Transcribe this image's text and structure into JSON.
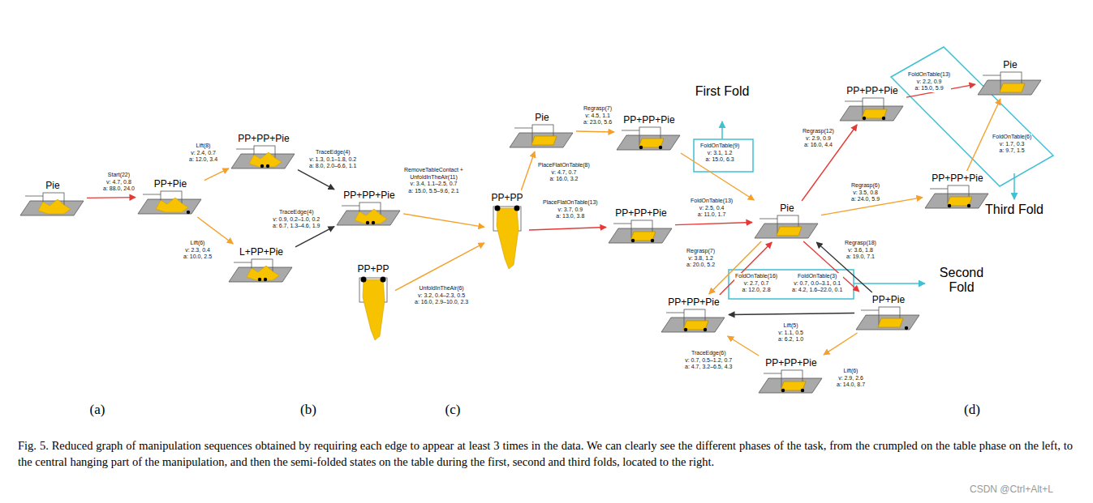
{
  "diagram": {
    "caption": "Fig. 5.   Reduced graph of manipulation sequences obtained by requiring each edge to appear at least 3 times in the data. We can clearly see the different phases of the task, from the crumpled on the table phase on the left, to the central hanging part of the manipulation, and then the semi-folded states on the table during the first, second and third folds, located to the right.",
    "nodes": [
      {
        "text": [
          "Pie"
        ]
      },
      {
        "text": [
          "PP+Pie"
        ]
      },
      {
        "text": [
          "PP+PP+Pie"
        ]
      },
      {
        "text": [
          "L+PP+Pie"
        ]
      },
      {
        "text": [
          "PP+PP+Pie"
        ]
      },
      {
        "text": [
          "PP+PP"
        ]
      },
      {
        "text": [
          "PP+PP"
        ]
      },
      {
        "text": [
          "Pie"
        ]
      },
      {
        "text": [
          "PP+PP+Pie"
        ]
      },
      {
        "text": [
          "PP+PP+Pie"
        ]
      },
      {
        "text": [
          "Pie"
        ]
      },
      {
        "text": [
          "PP+PP+Pie"
        ]
      },
      {
        "text": [
          "Pie"
        ]
      },
      {
        "text": [
          "PP+PP+Pie"
        ]
      },
      {
        "text": [
          "PP+Pie"
        ]
      },
      {
        "text": [
          "PP+PP+Pie"
        ]
      },
      {
        "text": [
          "PP+PP+Pie"
        ]
      }
    ],
    "edges": [
      {
        "from": 0,
        "to": 1,
        "arrow": "to",
        "label": "Start(22) v: 4.7, 0.8 a: 88.0, 24.0"
      },
      {
        "from": 1,
        "to": 2,
        "arrow": "to",
        "label": "Lift(8) v: 2.4, 0.7 a: 12.0, 3.4"
      },
      {
        "from": 1,
        "to": 3,
        "arrow": "to",
        "label": "Lift(6) v: 2.3, 0.4 a: 10.0, 2.5"
      },
      {
        "from": 2,
        "to": 4,
        "arrow": "to",
        "label": "TraceEdge(4) v: 1.3, 0.1–1.8, 0.2 a: 8.0, 2.0–6.6, 1.1"
      },
      {
        "from": 3,
        "to": 4,
        "arrow": "to",
        "label": "TraceEdge(4) v: 0.9, 0.2–1.0, 0.2 a: 6.7, 1.3–4.6, 1.9"
      },
      {
        "from": 4,
        "to": 6,
        "arrow": "to",
        "label": "RemoveTableContact + UnfoldInTheAir(11) v: 3.4, 1.1–2.5, 0.7 a: 15.0, 5.5–9.6, 2.1"
      },
      {
        "from": 5,
        "to": 6,
        "arrow": "to",
        "label": "UnfoldInTheAir(6) v: 3.2, 0.4–2.3, 0.5 a: 16.0, 2.9–10.0, 2.3"
      },
      {
        "from": 6,
        "to": 7,
        "arrow": "to",
        "label": "PlaceFlatOnTable(8) v: 4.7, 0.7 a: 16.0, 3.2"
      },
      {
        "from": 6,
        "to": 9,
        "arrow": "to",
        "label": "PlaceFlatOnTable(13) v: 3.7, 0.9 a: 13.0, 3.8"
      },
      {
        "from": 7,
        "to": 8,
        "arrow": "to",
        "label": "Regrasp(7) v: 4.5, 1.1 a: 23.0, 5.6"
      },
      {
        "from": 8,
        "to": 10,
        "arrow": "to",
        "label": "FoldOnTable(9) v: 3.1, 1.2 a: 15.0, 6.3"
      },
      {
        "from": 9,
        "to": 10,
        "arrow": "to",
        "label": "FoldOnTable(13) v: 2.5, 0.4 a: 11.0, 1.7"
      },
      {
        "from": 10,
        "to": 11,
        "arrow": "to",
        "label": "Regrasp(12) v: 2.9, 0.9 a: 16.0, 4.4"
      },
      {
        "from": 11,
        "to": 12,
        "arrow": "to",
        "label": "FoldOnTable(13) v: 2.2, 0.9 a: 15.0, 5.9"
      },
      {
        "from": 10,
        "to": 13,
        "arrow": "to",
        "label": "Regrasp(6) v: 3.5, 0.8 a: 24.0, 5.9"
      },
      {
        "from": 13,
        "to": 12,
        "arrow": "to",
        "label": "FoldOnTable(6) v: 1.7, 0.3 a: 9.7, 1.5"
      },
      {
        "from": 10,
        "to": 14,
        "arrow": "to",
        "label": "Regrasp(18) v: 3.6, 1.8 a: 19.0, 7.1"
      },
      {
        "from": 14,
        "to": 10,
        "arrow": "to",
        "label": "FoldOnTable(3) v: 0.7, 0.0–3.1, 0.1 a: 4.2, 1.6–22.0, 0.1"
      },
      {
        "from": 14,
        "to": 15,
        "arrow": "to",
        "label": "Lift(5) v: 1.1, 0.5 a: 6.2, 1.0"
      },
      {
        "from": 14,
        "to": 16,
        "arrow": "to",
        "label": "Lift(6) v: 2.9, 2.6 a: 14.0, 8.7"
      },
      {
        "from": 16,
        "to": 15,
        "arrow": "to",
        "label": "TraceEdge(6) v: 0.7, 0.5–1.2, 0.7 a: 4.7, 3.2–6.5, 4.3"
      },
      {
        "from": 15,
        "to": 10,
        "arrow": "to",
        "label": "FoldOnTable(16) v: 2.7, 0.7 a: 12.0, 2.8"
      },
      {
        "from": 10,
        "to": 15,
        "arrow": "to",
        "label": "Regrasp(7) v: 3.8, 1.2 a: 20.0, 5.2"
      }
    ],
    "labels": [
      "(a)",
      "(b)",
      "(c)",
      "(d)",
      "First Fold",
      "Second Fold",
      "Third Fold",
      "CSDN @Ctrl+Alt+L"
    ]
  }
}
